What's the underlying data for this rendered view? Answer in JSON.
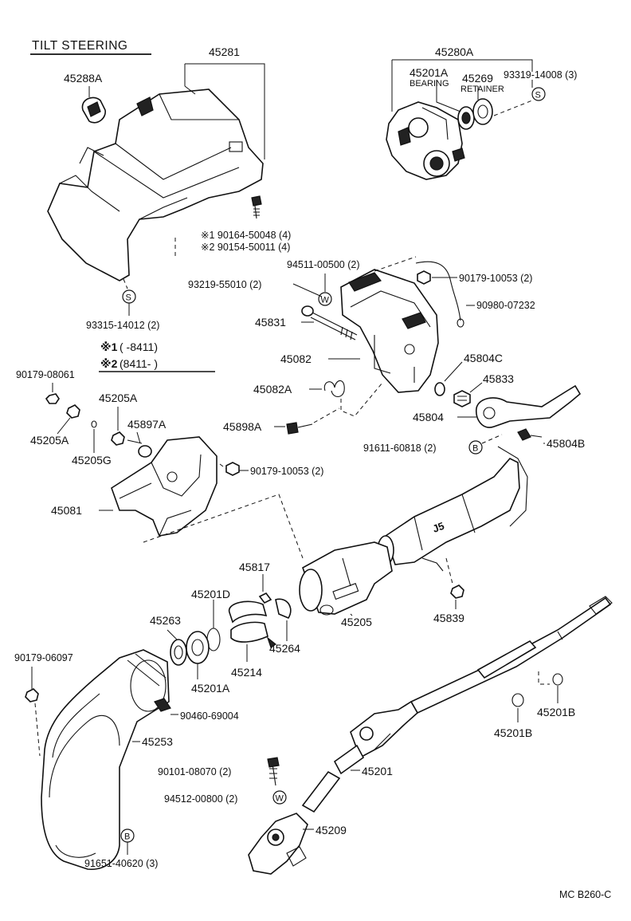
{
  "title": "TILT STEERING",
  "footer_code": "MC  B260-C",
  "legend": {
    "row1_mark": "※1",
    "row1_range": "(      -8411)",
    "row2_mark": "※2",
    "row2_range": "(8411-        )"
  },
  "symbols": {
    "s": "S",
    "w": "W",
    "b": "B"
  },
  "labels": {
    "p45281": "45281",
    "p45288A": "45288A",
    "p45280A": "45280A",
    "p45201A_top": "45201A",
    "bearing": "BEARING",
    "p45269": "45269",
    "retainer": "RETAINER",
    "p93319": "93319-14008 (3)",
    "p90164": "※1 90164-50048 (4)",
    "p90154": "※2 90154-50011 (4)",
    "p94511": "94511-00500 (2)",
    "p93219": "93219-55010 (2)",
    "p90179_10053_top": "90179-10053 (2)",
    "p90980": "90980-07232",
    "p93315": "93315-14012 (2)",
    "p45831": "45831",
    "p45082": "45082",
    "p45804C": "45804C",
    "p45833": "45833",
    "p90179_08061": "90179-08061",
    "p45082A": "45082A",
    "p45804": "45804",
    "p45205A_1": "45205A",
    "p45897A": "45897A",
    "p45205A_2": "45205A",
    "p45898A": "45898A",
    "p45804B": "45804B",
    "p45205G": "45205G",
    "p91611": "91611-60818 (2)",
    "p90179_10053_mid": "90179-10053 (2)",
    "p45081": "45081",
    "p45817": "45817",
    "p45201D": "45201D",
    "p45263": "45263",
    "p45205": "45205",
    "p45839": "45839",
    "p90179_06097": "90179-06097",
    "p45214": "45214",
    "p45264": "45264",
    "p45201A_low": "45201A",
    "p90460": "90460-69004",
    "p45253": "45253",
    "p45201B_1": "45201B",
    "p45201B_2": "45201B",
    "p90101": "90101-08070 (2)",
    "p45201": "45201",
    "p94512": "94512-00800 (2)",
    "p45209": "45209",
    "p91651": "91651-40620 (3)"
  }
}
